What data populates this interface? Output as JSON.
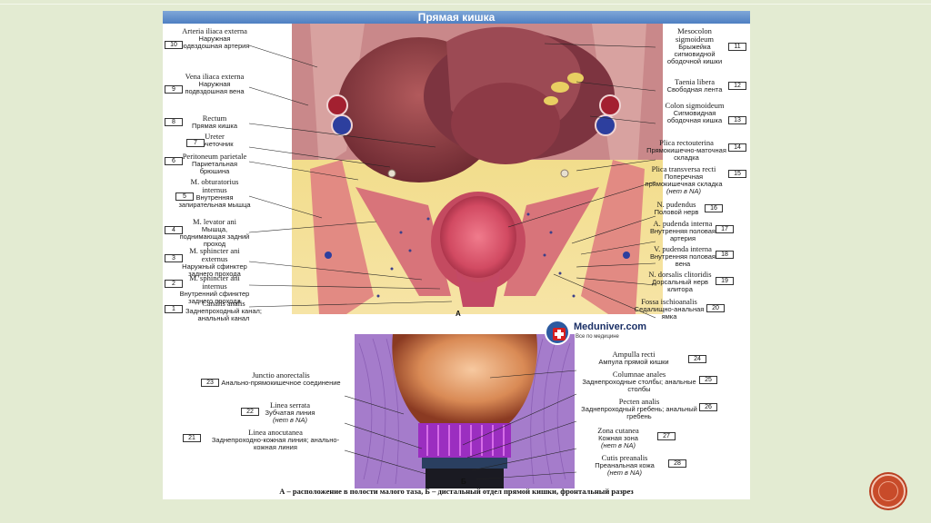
{
  "title": "Прямая кишка",
  "caption": "А – расположение в полости малого таза, Б – дистальный отдел прямой кишки, фронтальный разрез",
  "figure_letters": {
    "a": "А",
    "b": "Б"
  },
  "logo": {
    "name": "Meduniver.com",
    "tagline": "Все по медицине"
  },
  "colors": {
    "background": "#e3ebd2",
    "title_bar": "#5b87c5",
    "nav_button": "#c84b2a"
  },
  "labels_left": [
    {
      "num": "10",
      "latin": "Arteria iliaca externa",
      "ru": "Наружная подвздошная артерия"
    },
    {
      "num": "9",
      "latin": "Vena iliaca externa",
      "ru": "Наружная подвздошная вена"
    },
    {
      "num": "8",
      "latin": "Rectum",
      "ru": "Прямая кишка"
    },
    {
      "num": "7",
      "latin": "Ureter",
      "ru": "Мочеточник"
    },
    {
      "num": "6",
      "latin": "Peritoneum parietale",
      "ru": "Париетальная брюшина"
    },
    {
      "num": "5",
      "latin": "M. obturatorius internus",
      "ru": "Внутренняя запирательная мышца"
    },
    {
      "num": "4",
      "latin": "M. levator ani",
      "ru": "Мышца, поднимающая задний проход"
    },
    {
      "num": "3",
      "latin": "M. sphincter ani externus",
      "ru": "Наружный сфинктер заднего прохода"
    },
    {
      "num": "2",
      "latin": "M. sphincter ani internus",
      "ru": "Внутренний сфинктер заднего прохода"
    },
    {
      "num": "1",
      "latin": "Canalis analis",
      "ru": "Заднепроходный канал; анальный канал"
    }
  ],
  "labels_right": [
    {
      "num": "11",
      "latin": "Mesocolon sigmoideum",
      "ru": "Брыжейка сигмовидной ободочной кишки",
      "na": ""
    },
    {
      "num": "12",
      "latin": "Taenia libera",
      "ru": "Свободная лента",
      "na": ""
    },
    {
      "num": "13",
      "latin": "Colon sigmoideum",
      "ru": "Сигмовидная ободочная кишка",
      "na": ""
    },
    {
      "num": "14",
      "latin": "Plica rectouterina",
      "ru": "Прямокишечно-маточная складка",
      "na": ""
    },
    {
      "num": "15",
      "latin": "Plica transversa recti",
      "ru": "Поперечная прямокишечная складка",
      "na": "(нет в NA)"
    },
    {
      "num": "16",
      "latin": "N. pudendus",
      "ru": "Половой нерв",
      "na": ""
    },
    {
      "num": "17",
      "latin": "A. pudenda interna",
      "ru": "Внутренняя половая артерия",
      "na": ""
    },
    {
      "num": "18",
      "latin": "V. pudenda interna",
      "ru": "Внутренняя половая вена",
      "na": ""
    },
    {
      "num": "19",
      "latin": "N. dorsalis clitoridis",
      "ru": "Дорсальный нерв клитора",
      "na": ""
    },
    {
      "num": "20",
      "latin": "Fossa ischioanalis",
      "ru": "Седалищно-анальная ямка",
      "na": ""
    }
  ],
  "labels_b_left": [
    {
      "num": "23",
      "latin": "Junctio anorectalis",
      "ru": "Анально-прямокишечное соединение",
      "na": ""
    },
    {
      "num": "22",
      "latin": "Linea serrata",
      "ru": "Зубчатая линия",
      "na": "(нет в NA)"
    },
    {
      "num": "21",
      "latin": "Linea anocutanea",
      "ru": "Заднепроходно-кожная линия; анально-кожная линия",
      "na": ""
    }
  ],
  "labels_b_right": [
    {
      "num": "24",
      "latin": "Ampulla recti",
      "ru": "Ампула прямой кишки",
      "na": ""
    },
    {
      "num": "25",
      "latin": "Columnae anales",
      "ru": "Заднепроходные столбы; анальные столбы",
      "na": ""
    },
    {
      "num": "26",
      "latin": "Pecten analis",
      "ru": "Заднепроходный гребень; анальный гребень",
      "na": ""
    },
    {
      "num": "27",
      "latin": "Zona cutanea",
      "ru": "Кожная зона",
      "na": "(нет в NA)"
    },
    {
      "num": "28",
      "latin": "Cutis preanalis",
      "ru": "Преанальная кожа",
      "na": "(нет в NA)"
    }
  ]
}
